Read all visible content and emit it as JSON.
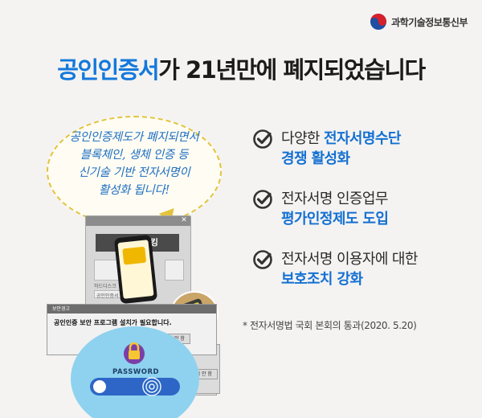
{
  "ministry": {
    "name": "과학기술정보통신부"
  },
  "headline": {
    "accent": "공인인증서",
    "rest": "가 21년만에 폐지되었습니다"
  },
  "bubble": {
    "lines": [
      "공인인증제도가 폐지되면서",
      "블록체인, 생체 인증 등",
      "신기술 기반 전자서명이",
      "활성화 됩니다!"
    ]
  },
  "illustration": {
    "bank_title": "인터넷 뱅킹",
    "tile_label_1": "하드디스크",
    "tile_label_2": "공인인증서",
    "dialog_title": "보안경고",
    "dialog_message": "공인인증 보안 프로그램 설치가 필요합니다.",
    "dialog_button": "설치 안 함",
    "back_button": "설치 안 함",
    "password_label": "PASSWORD"
  },
  "checklist": [
    {
      "prefix": "다양한 ",
      "highlight": "전자서명수단",
      "line2": "경쟁 활성화",
      "line2_highlight": true
    },
    {
      "prefix": "전자서명 인증업무",
      "highlight": "",
      "line2": "평가인정제도 도입",
      "line2_highlight": true
    },
    {
      "prefix": "전자서명 이용자에 대한",
      "highlight": "",
      "line2": "보호조치 강화",
      "line2_highlight": true
    }
  ],
  "footnote": "* 전자서명법 국회 본회의 통과(2020. 5.20)",
  "colors": {
    "accent": "#1478dc",
    "bubble_border": "#e3c33d",
    "lock_circle": "#8ed2ef"
  }
}
